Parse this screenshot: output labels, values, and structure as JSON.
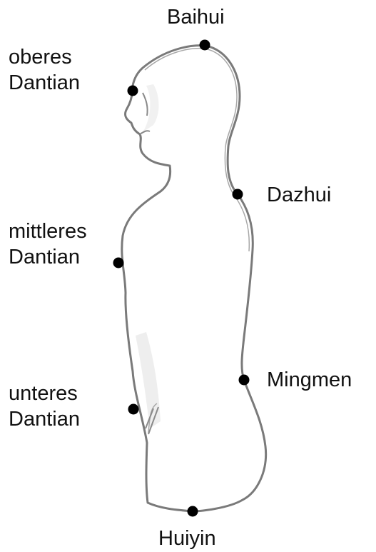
{
  "points": {
    "baihui": {
      "label": "Baihui"
    },
    "oberes": {
      "line1": "oberes",
      "line2": "Dantian"
    },
    "dazhui": {
      "label": "Dazhui"
    },
    "mittler": {
      "line1": "mittleres",
      "line2": "Dantian"
    },
    "mingmen": {
      "label": "Mingmen"
    },
    "unteres": {
      "line1": "unteres",
      "line2": "Dantian"
    },
    "huiyin": {
      "label": "Huiyin"
    }
  },
  "colors": {
    "outline": "#7a7a7a",
    "shading": "#c9c9c9",
    "dot": "#000000",
    "text": "#111111"
  }
}
